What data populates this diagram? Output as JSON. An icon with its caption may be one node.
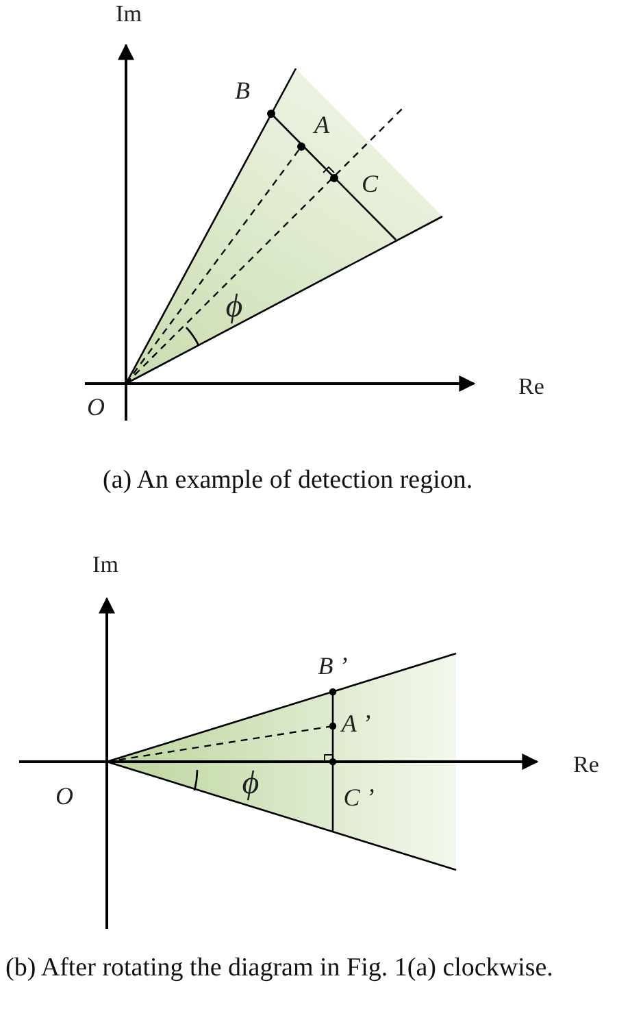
{
  "diagram": {
    "labels": [
      "Im",
      "B",
      "A",
      "C",
      "ϕ",
      "Re",
      "O",
      "(a) An example of detection region.",
      "Im",
      "B ’",
      "A ’",
      "Re",
      "O",
      "ϕ",
      "C ’",
      "(b) After rotating the diagram in Fig. 1(a) clockwise."
    ]
  }
}
